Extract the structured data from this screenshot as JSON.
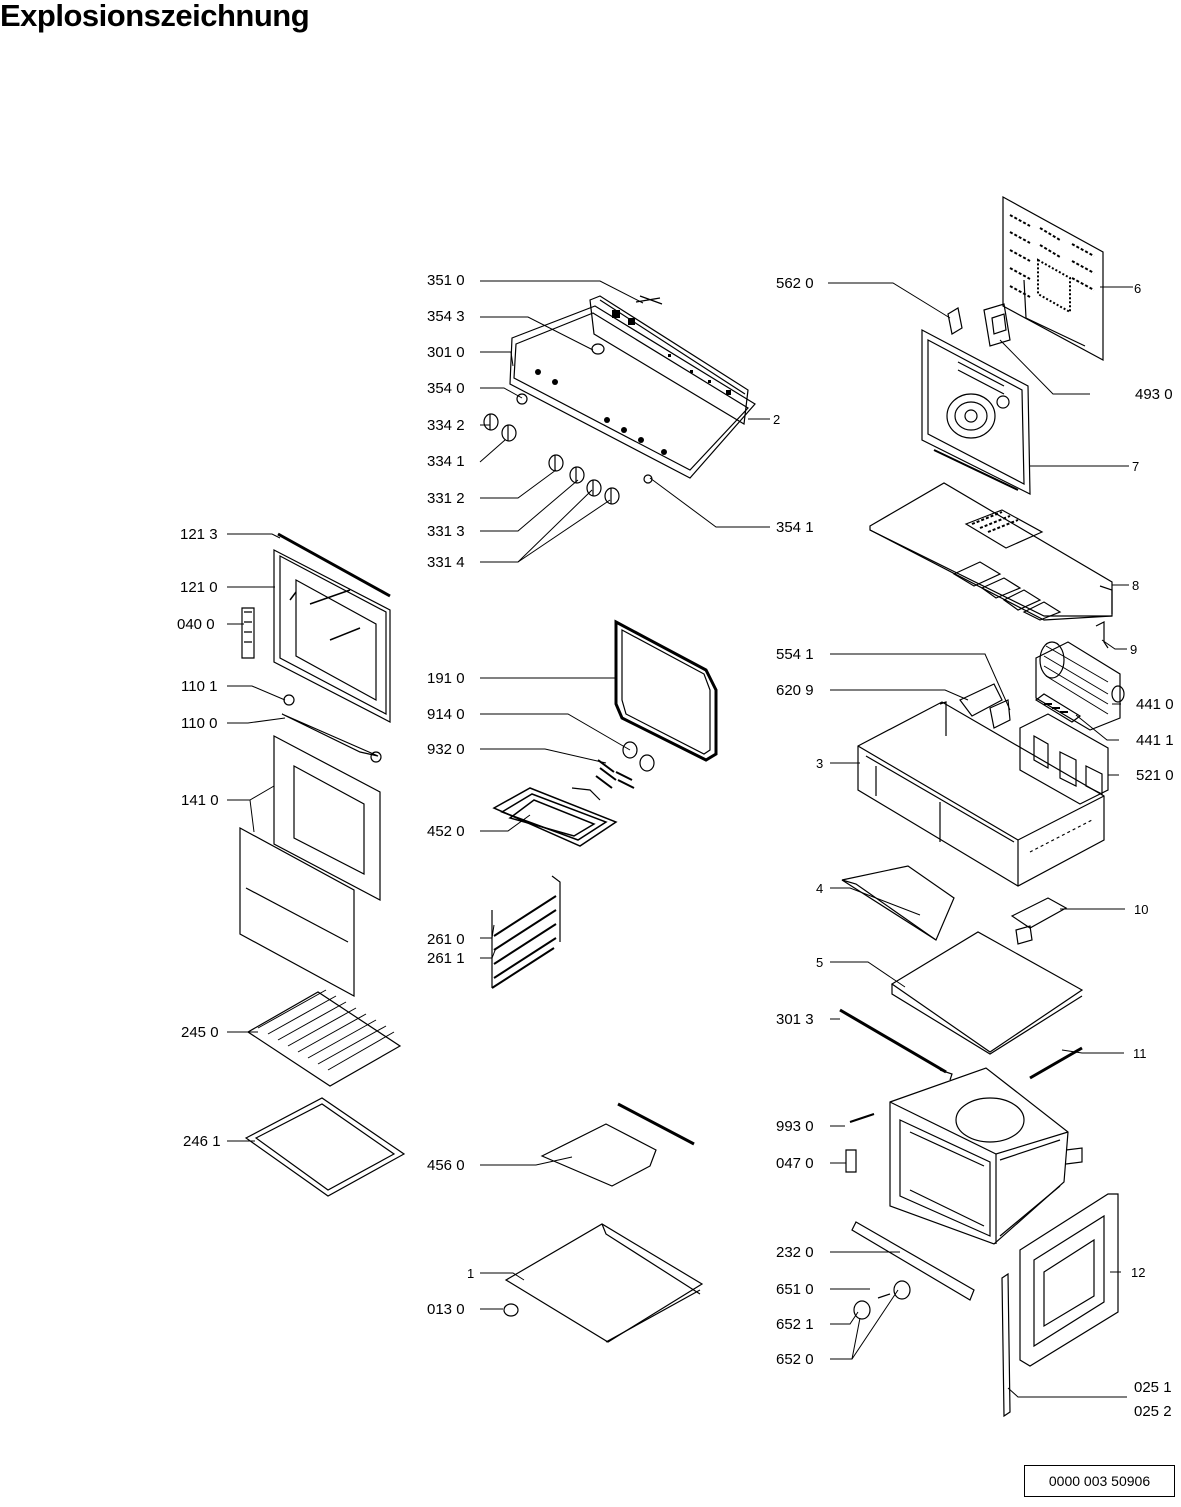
{
  "title": "Explosionszeichnung",
  "document_number": "0000 003 50906",
  "labels": {
    "p3510": "351 0",
    "p3543": "354 3",
    "p3010": "301 0",
    "p3540": "354 0",
    "p3342": "334 2",
    "p3341": "334 1",
    "p3312": "331 2",
    "p3313": "331 3",
    "p3314": "331 4",
    "p3541": "354 1",
    "p2": "2",
    "p5620": "562 0",
    "p6": "6",
    "p4930": "493 0",
    "p7": "7",
    "p8": "8",
    "p1213": "121 3",
    "p1210": "121 0",
    "p0400": "040 0",
    "p1101": "110 1",
    "p1100": "110 0",
    "p1410": "141 0",
    "p2450": "245 0",
    "p2461": "246 1",
    "p1910": "191 0",
    "p9140": "914 0",
    "p9320": "932 0",
    "p4520": "452 0",
    "p2610": "261 0",
    "p2611": "261 1",
    "p4560": "456 0",
    "p1": "1",
    "p0130": "013 0",
    "p9": "9",
    "p5541": "554 1",
    "p6209": "620 9",
    "p4410": "441 0",
    "p4411": "441 1",
    "p3": "3",
    "p5210": "521 0",
    "p4": "4",
    "p10": "10",
    "p5": "5",
    "p3013": "301 3",
    "p11": "11",
    "p9930": "993 0",
    "p0470": "047 0",
    "p2320": "232 0",
    "p12": "12",
    "p6510": "651 0",
    "p6521": "652 1",
    "p6520": "652 0",
    "p0251": "025 1",
    "p0252": "025 2"
  }
}
